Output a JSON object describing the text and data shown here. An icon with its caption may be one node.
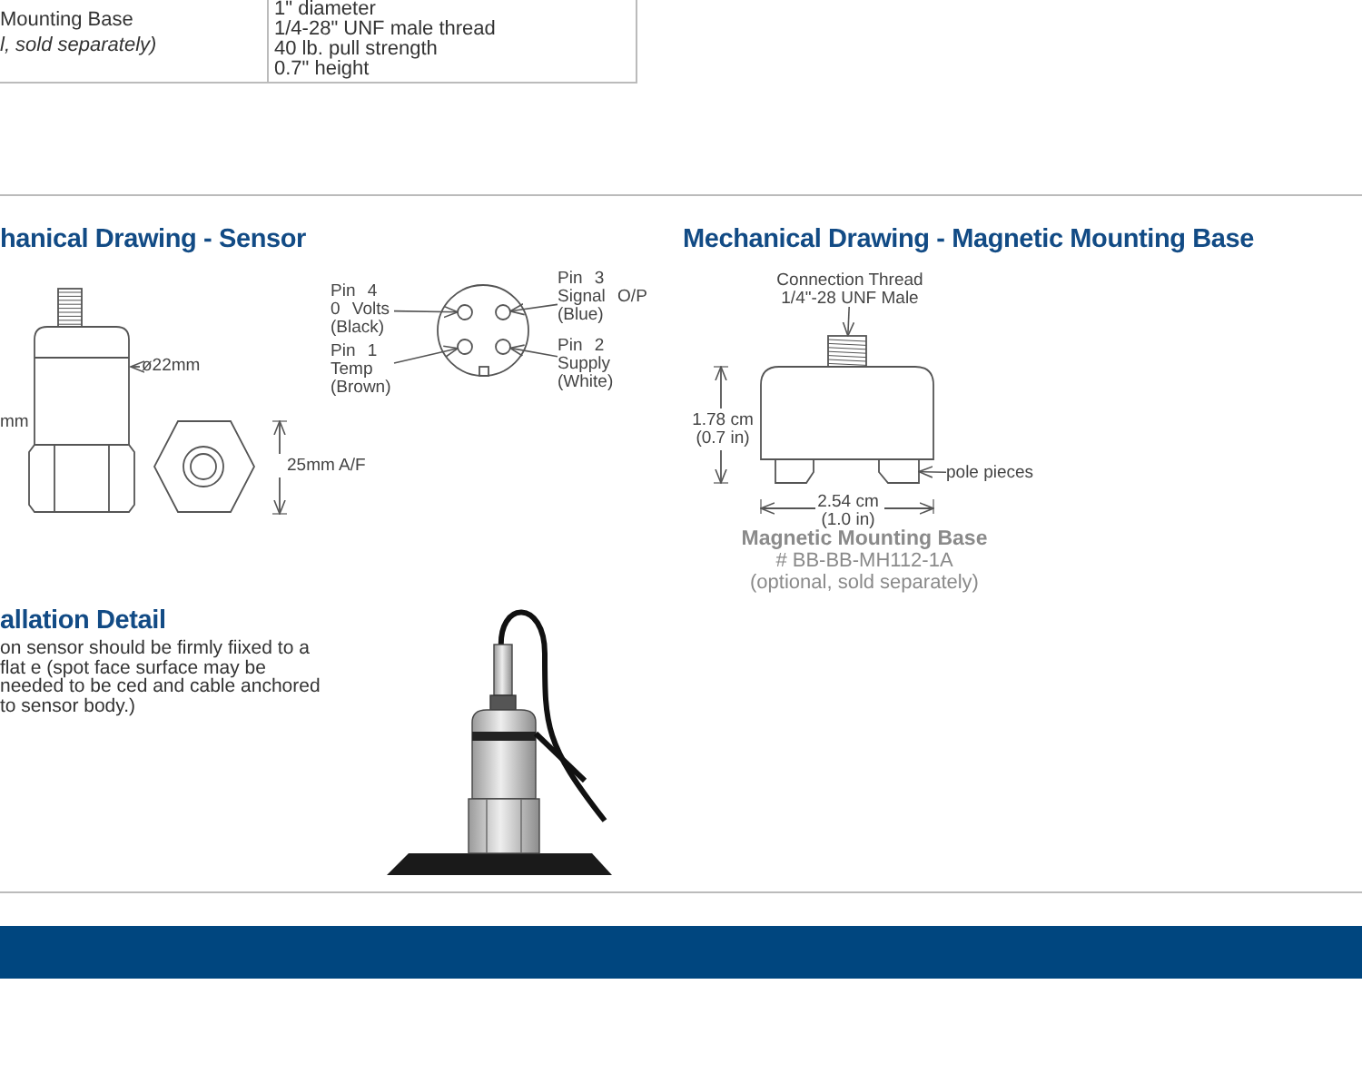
{
  "diagram": {
    "nodes": [
      {
        "text": [
          "Pin 4 0 Volts (Black)"
        ]
      },
      {
        "text": [
          "Pin 1 Temp (Brown)"
        ]
      },
      {
        "text": [
          "Pin 3 Signal O/P (Blue)"
        ]
      },
      {
        "text": [
          "Pin 2 Supply (White)"
        ]
      },
      {
        "text": [],
        "shape": "circle"
      },
      {
        "text": [],
        "shape": "circle"
      },
      {
        "text": [],
        "shape": "circle"
      },
      {
        "text": [],
        "shape": "circle"
      },
      {
        "text": [
          "Connection Thread 1/4\"-28 UNF Male"
        ]
      },
      {
        "text": [],
        "shape": "picture"
      },
      {
        "text": [
          "pole pieces"
        ]
      },
      {
        "text": [],
        "shape": "picture"
      }
    ],
    "edges": [
      {
        "from": 0,
        "to": 4,
        "arrow": "to"
      },
      {
        "from": 1,
        "to": 6,
        "arrow": "to"
      },
      {
        "from": 2,
        "to": 5,
        "arrow": "to"
      },
      {
        "from": 3,
        "to": 7,
        "arrow": "to"
      },
      {
        "from": 8,
        "to": 9,
        "arrow": "to"
      },
      {
        "from": 10,
        "to": 11,
        "arrow": "to"
      }
    ],
    "labels": [
      "1\" diameter",
      "Mounting Base",
      "1/4-28\" UNF male thread",
      "l, sold separately)",
      "40 lb. pull strength",
      "0.7\" height",
      "hanical Drawing - Sensor",
      "ø22mm",
      "mm",
      "25mm A/F",
      "Mechanical Drawing - Magnetic Mounting Base",
      "1.78 cm (0.7 in)",
      "2.54 cm (1.0 in)",
      "Magnetic Mounting Base",
      "# BB-BB-MH112-1A",
      "(optional, sold separately)",
      "allation Detail",
      "on sensor should be firmly fiixed to a flat e (spot face surface may be needed to be ced and cable anchored to sensor body.)"
    ]
  }
}
